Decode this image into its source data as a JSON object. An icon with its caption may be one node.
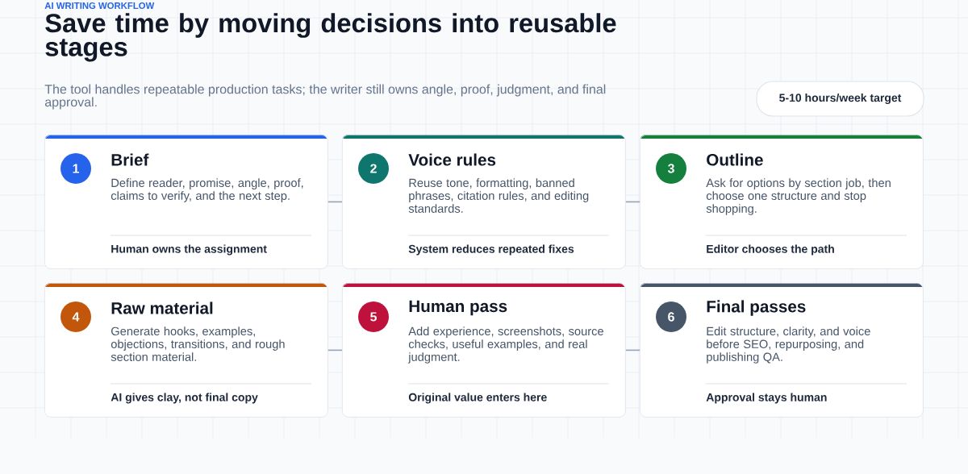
{
  "diagram": {
    "title": "Save time by moving decisions into reusable stages",
    "nodes": [
      {
        "text": [
          "5-10 hours/week target"
        ]
      },
      {
        "text": [
          "Brief",
          "Define reader, promise, angle, proof, claims to verify, and the next step.",
          "Human owns the assignment"
        ]
      },
      {
        "text": [
          "1"
        ],
        "in": 1
      },
      {
        "text": [
          "Voice rules",
          "Reuse tone, formatting, banned phrases, citation rules, and editing standards.",
          "System reduces repeated fixes"
        ]
      },
      {
        "text": [
          "2"
        ],
        "in": 3
      },
      {
        "text": [
          "Outline",
          "Ask for options by section job, then choose one structure and stop shopping.",
          "Editor chooses the path"
        ]
      },
      {
        "text": [
          "3"
        ],
        "in": 5
      },
      {
        "text": [
          "Raw material",
          "Generate hooks, examples, objections, transitions, and rough section material.",
          "AI gives clay, not final copy"
        ]
      },
      {
        "text": [
          "4"
        ],
        "in": 7
      },
      {
        "text": [
          "Human pass",
          "Add experience, screenshots, source checks, useful examples, and real judgment.",
          "Original value enters here"
        ]
      },
      {
        "text": [
          "5"
        ],
        "in": 9
      },
      {
        "text": [
          "Final passes",
          "Edit structure, clarity, and voice before SEO, repurposing, and publishing QA.",
          "Approval stays human"
        ]
      },
      {
        "text": [
          "6"
        ],
        "in": 11
      }
    ],
    "edges": [
      {
        "from": 1,
        "to": 3,
        "arrow": "none"
      },
      {
        "from": 3,
        "to": 5,
        "arrow": "none"
      },
      {
        "from": 7,
        "to": 9,
        "arrow": "none"
      },
      {
        "from": 9,
        "to": 11,
        "arrow": "none"
      }
    ],
    "labels": [
      "AI WRITING WORKFLOW",
      "The tool handles repeatable production tasks; the writer still owns angle, proof, judgment, and final approval."
    ]
  }
}
